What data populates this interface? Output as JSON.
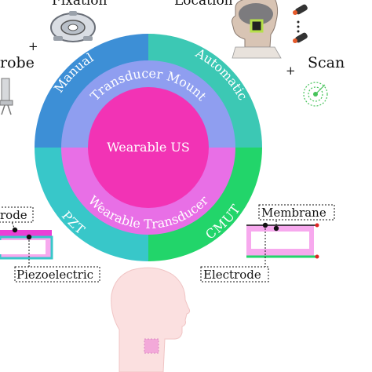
{
  "top_labels": {
    "fixation": "Fixation",
    "location": "Location"
  },
  "side_labels": {
    "probe": "robe",
    "scan": "Scan",
    "plus": "+"
  },
  "center": {
    "title": "Wearable US",
    "upper_ring": "Transducer Mount",
    "lower_ring": "Wearable Transducer",
    "quadrants": {
      "top_left": "Manual",
      "top_right": "Automatic",
      "bottom_left": "PZT",
      "bottom_right": "CMUT"
    }
  },
  "pzt_diagram": {
    "electrode_label": "rode",
    "piezo_label": "Piezoelectric"
  },
  "cmut_diagram": {
    "membrane_label": "Membrane",
    "electrode_label": "Electrode"
  },
  "colors": {
    "manual": "#3d8fd6",
    "automatic": "#3cc8b4",
    "pzt": "#38c7c9",
    "cmut": "#22d56a",
    "ring_upper": "#8f9ef0",
    "ring_lower": "#e86fe6",
    "core": "#f233b5",
    "magenta": "#ea3fd6",
    "pink_fill": "#f7a9ee",
    "scan_green": "#46c35a"
  }
}
